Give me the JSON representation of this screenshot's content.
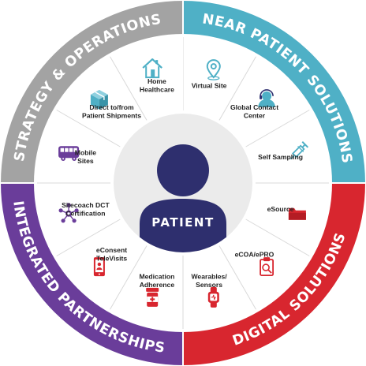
{
  "center": {
    "label": "PATIENT",
    "colors": {
      "figure": "#2e2f6e",
      "disc": "#ebebeb",
      "disc_border": "#ffffff"
    }
  },
  "quadrants": [
    {
      "id": "strategy",
      "label": "STRATEGY & OPERATIONS",
      "color": "#a3a3a3"
    },
    {
      "id": "near-patient",
      "label": "NEAR PATIENT SOLUTIONS",
      "color": "#4fb0c6"
    },
    {
      "id": "digital",
      "label": "DIGITAL SOLUTIONS",
      "color": "#d8262f"
    },
    {
      "id": "integrated",
      "label": "INTEGRATED PARTNERSHIPS",
      "color": "#6a3d9a"
    }
  ],
  "segments": [
    {
      "id": "virtual-site",
      "lines": [
        "Virtual Site"
      ],
      "icon": "location-pin-icon",
      "icon_color": "#4fb0c6"
    },
    {
      "id": "global-contact-center",
      "lines": [
        "Global Contact",
        "Center"
      ],
      "icon": "headset-agent-icon",
      "icon_color": "#4fb0c6"
    },
    {
      "id": "self-sampling",
      "lines": [
        "Self Sampling"
      ],
      "icon": "syringe-icon",
      "icon_color": "#4fb0c6"
    },
    {
      "id": "esource",
      "lines": [
        "eSource"
      ],
      "icon": "folder-icon",
      "icon_color": "#d8262f"
    },
    {
      "id": "ecoa-epro",
      "lines": [
        "eCOA/ePRO"
      ],
      "icon": "clipboard-icon",
      "icon_color": "#d8262f"
    },
    {
      "id": "wearables-sensors",
      "lines": [
        "Wearables/",
        "Sensors"
      ],
      "icon": "smartwatch-icon",
      "icon_color": "#d8262f"
    },
    {
      "id": "medication-adherence",
      "lines": [
        "Medication",
        "Adherence"
      ],
      "icon": "pill-bottle-icon",
      "icon_color": "#d8262f"
    },
    {
      "id": "econsent-televisits",
      "lines": [
        "eConsent",
        "TeleVisits"
      ],
      "icon": "phone-video-icon",
      "icon_color": "#d8262f"
    },
    {
      "id": "sitecoach-dct",
      "lines": [
        "Sitecoach DCT",
        "Certification"
      ],
      "icon": "network-nodes-icon",
      "icon_color": "#6a3d9a"
    },
    {
      "id": "mobile-sites",
      "lines": [
        "Mobile",
        "Sites"
      ],
      "icon": "bus-icon",
      "icon_color": "#6a3d9a"
    },
    {
      "id": "shipments",
      "lines": [
        "Direct to/from",
        "Patient Shipments"
      ],
      "icon": "package-box-icon",
      "icon_color": "#4fb0c6"
    },
    {
      "id": "home-healthcare",
      "lines": [
        "Home",
        "Healthcare"
      ],
      "icon": "house-icon",
      "icon_color": "#4fb0c6"
    }
  ],
  "colors": {
    "segment_bg": "#ffffff",
    "divider": "#d9d9d9",
    "label_text": "#222222"
  }
}
